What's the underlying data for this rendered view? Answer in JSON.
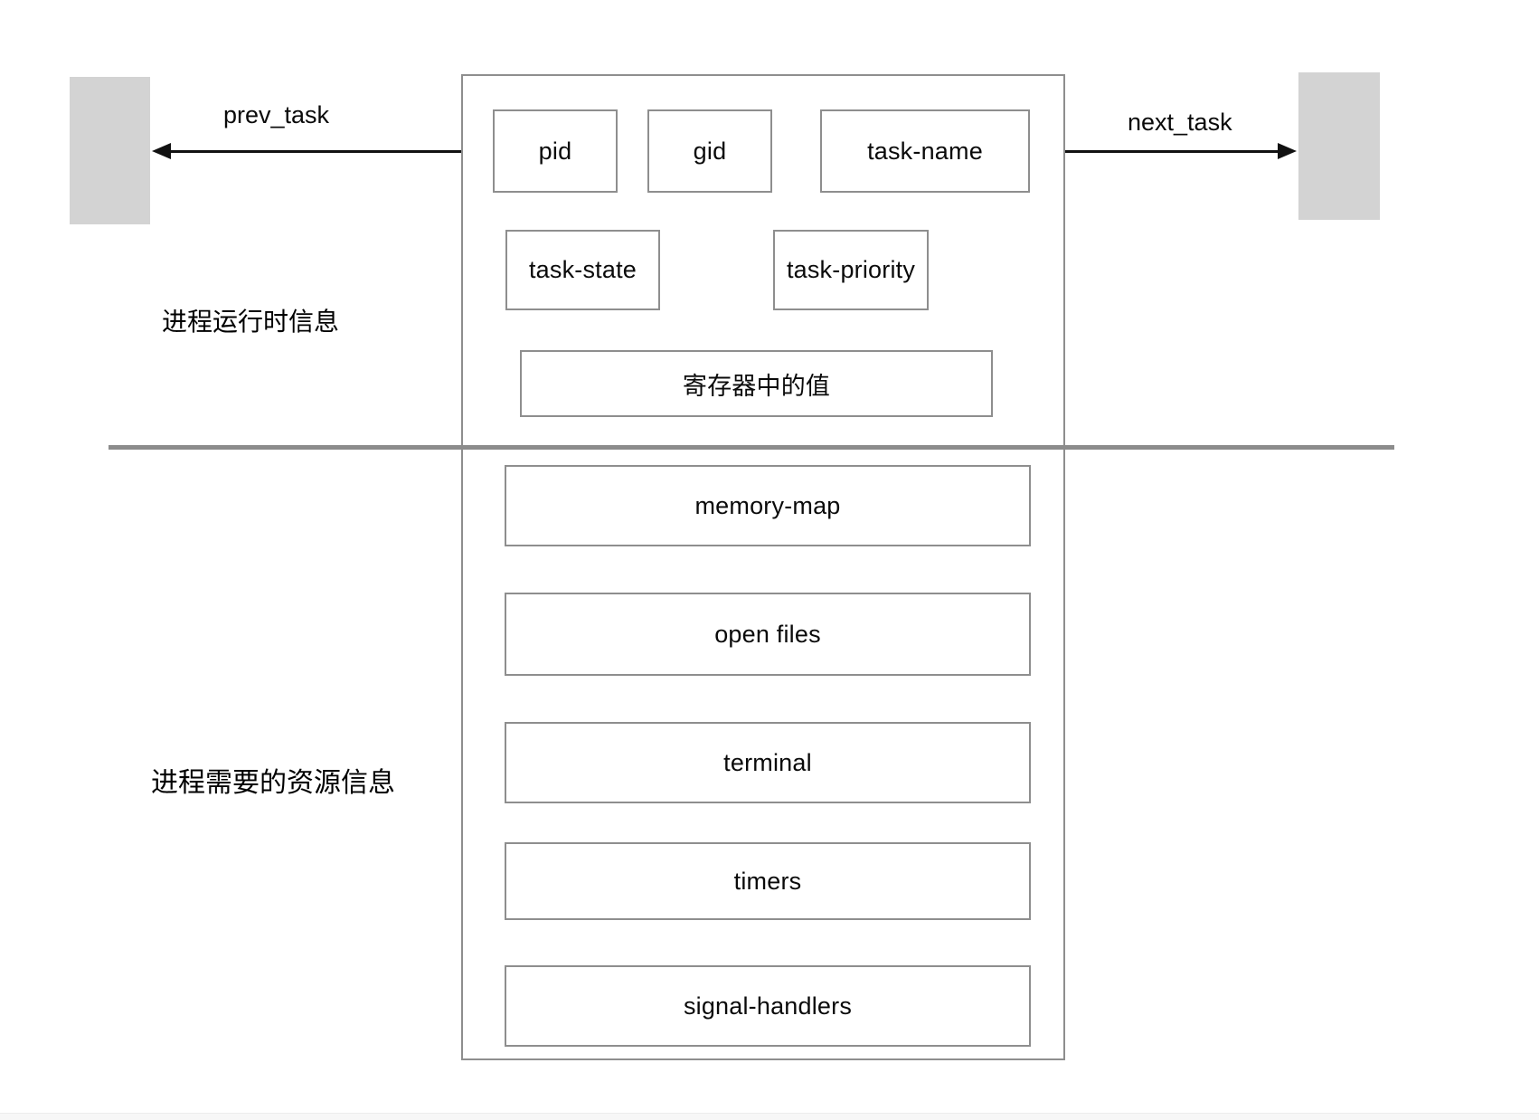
{
  "diagram": {
    "title_hint": "task_struct process control block diagram",
    "links": {
      "prev_label": "prev_task",
      "next_label": "next_task"
    },
    "sections": {
      "runtime": {
        "label": "进程运行时信息",
        "boxes": {
          "pid": "pid",
          "gid": "gid",
          "task_name": "task-name",
          "task_state": "task-state",
          "task_priority": "task-priority",
          "registers": "寄存器中的值"
        }
      },
      "resources": {
        "label": "进程需要的资源信息",
        "boxes": {
          "memory_map": "memory-map",
          "open_files": "open files",
          "terminal": "terminal",
          "timers": "timers",
          "signal_handlers": "signal-handlers"
        }
      }
    },
    "colors": {
      "node_fill": "#d3d3d3",
      "box_border": "#8e8e8e",
      "divider": "#8c8c8c",
      "arrow": "#111111"
    }
  }
}
